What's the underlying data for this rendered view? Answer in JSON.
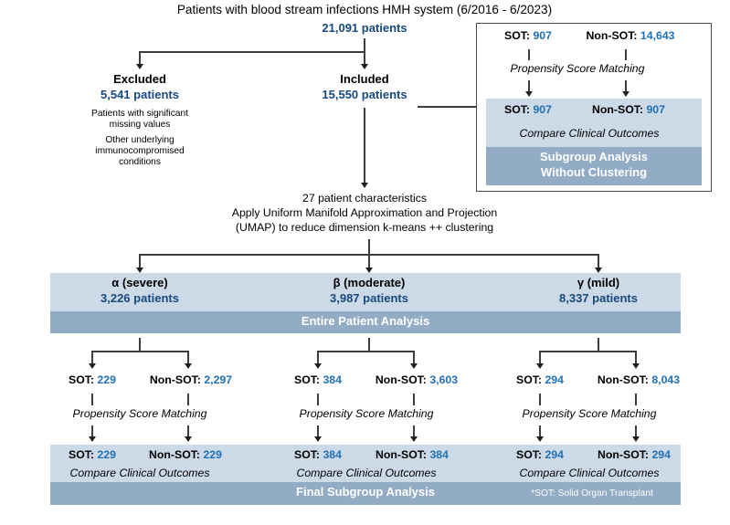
{
  "diagram": {
    "title": "Patients with blood stream infections HMH system (6/2016 - 6/2023)",
    "total_patients": "21,091 patients",
    "excluded": {
      "label": "Excluded",
      "count": "5,541 patients",
      "reason_1_line_1": "Patients with significant",
      "reason_1_line_2": "missing values",
      "reason_2_line_1": "Other underlying",
      "reason_2_line_2": "immunocompromised",
      "reason_2_line_3": "conditions"
    },
    "included": {
      "label": "Included",
      "count": "15,550 patients"
    },
    "method": {
      "line_1": "27 patient characteristics",
      "line_2": "Apply Uniform Manifold Approximation and Projection",
      "line_3": "(UMAP) to reduce dimension k-means ++ clustering"
    },
    "no_cluster_box": {
      "pre_match": [
        {
          "sot_label": "SOT:",
          "sot_value": "907",
          "nonsot_label": "Non-SOT:",
          "nonsot_value": "14,643"
        }
      ],
      "matching_label": "Propensity Score Matching",
      "post_match": {
        "sot_label": "SOT:",
        "sot_value": "907",
        "nonsot_label": "Non-SOT:",
        "nonsot_value": "907"
      },
      "compare_label": "Compare Clinical Outcomes",
      "banner_line_1": "Subgroup Analysis",
      "banner_line_2": "Without Clustering"
    },
    "clusters": [
      {
        "name": "α (severe)",
        "count": "3,226 patients",
        "sot_label": "SOT:",
        "sot_pre": "229",
        "nonsot_label": "Non-SOT:",
        "nonsot_pre": "2,297",
        "matching_label": "Propensity Score Matching",
        "sot_post": "229",
        "nonsot_post": "229",
        "compare_label": "Compare Clinical Outcomes"
      },
      {
        "name": "β (moderate)",
        "count": "3,987 patients",
        "sot_label": "SOT:",
        "sot_pre": "384",
        "nonsot_label": "Non-SOT:",
        "nonsot_pre": "3,603",
        "matching_label": "Propensity Score Matching",
        "sot_post": "384",
        "nonsot_post": "384",
        "compare_label": "Compare Clinical Outcomes"
      },
      {
        "name": "γ (mild)",
        "count": "8,337 patients",
        "sot_label": "SOT:",
        "sot_pre": "294",
        "nonsot_label": "Non-SOT:",
        "nonsot_pre": "8,043",
        "matching_label": "Propensity Score Matching",
        "sot_post": "294",
        "nonsot_post": "294",
        "compare_label": "Compare Clinical Outcomes"
      }
    ],
    "entire_patient_analysis_banner": "Entire Patient Analysis",
    "final_subgroup_analysis_banner": "Final Subgroup Analysis",
    "footnote": "*SOT: Solid Organ Transplant",
    "colors": {
      "band_light": "#ccd9e7",
      "band_dark": "#93acc5",
      "value_blue_dark": "#17497e",
      "value_blue_mid": "#2071b5",
      "line": "#3d3d3d"
    }
  }
}
